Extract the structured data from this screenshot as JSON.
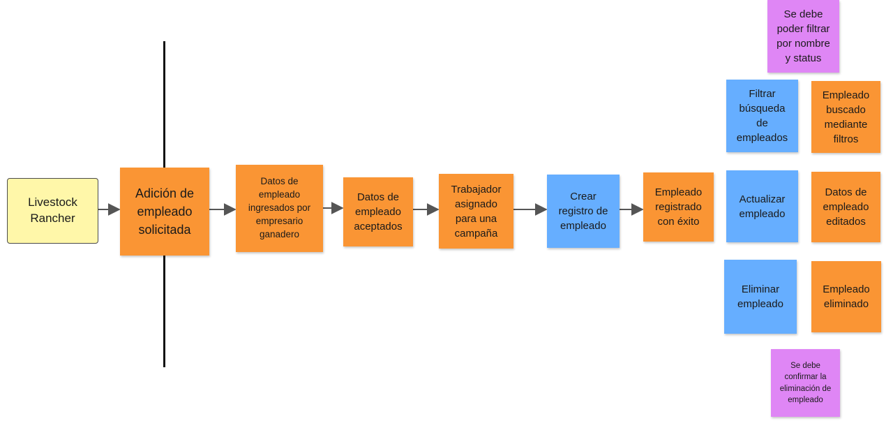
{
  "colors": {
    "actor_fill": "#fff7a9",
    "event_orange": "#fa9534",
    "command_blue": "#66aeff",
    "policy_purple": "#df86f5",
    "arrow": "#555555",
    "divider": "#111111"
  },
  "actor": {
    "label": "Livestock\nRancher"
  },
  "flow": {
    "trigger": "Adición de\nempleado\nsolicitada",
    "data_entered": "Datos de\nempleado\ningresados por\nempresario\nganadero",
    "data_accepted": "Datos de\nempleado\naceptados",
    "worker_assigned": "Trabajador\nasignado\npara una\ncampaña",
    "create_record": "Crear\nregistro de\nempleado",
    "registered": "Empleado\nregistrado\ncon éxito"
  },
  "actions": {
    "filter_rule": "Se debe\npoder filtrar\npor nombre\ny status",
    "filter_cmd": "Filtrar\nbúsqueda\nde\nempleados",
    "filter_evt": "Empleado\nbuscado\nmediante\nfiltros",
    "update_cmd": "Actualizar\nempleado",
    "update_evt": "Datos de\nempleado\neditados",
    "delete_cmd": "Eliminar\nempleado",
    "delete_evt": "Empleado\neliminado",
    "delete_rule": "Se debe\nconfirmar la\neliminación de\nempleado"
  }
}
